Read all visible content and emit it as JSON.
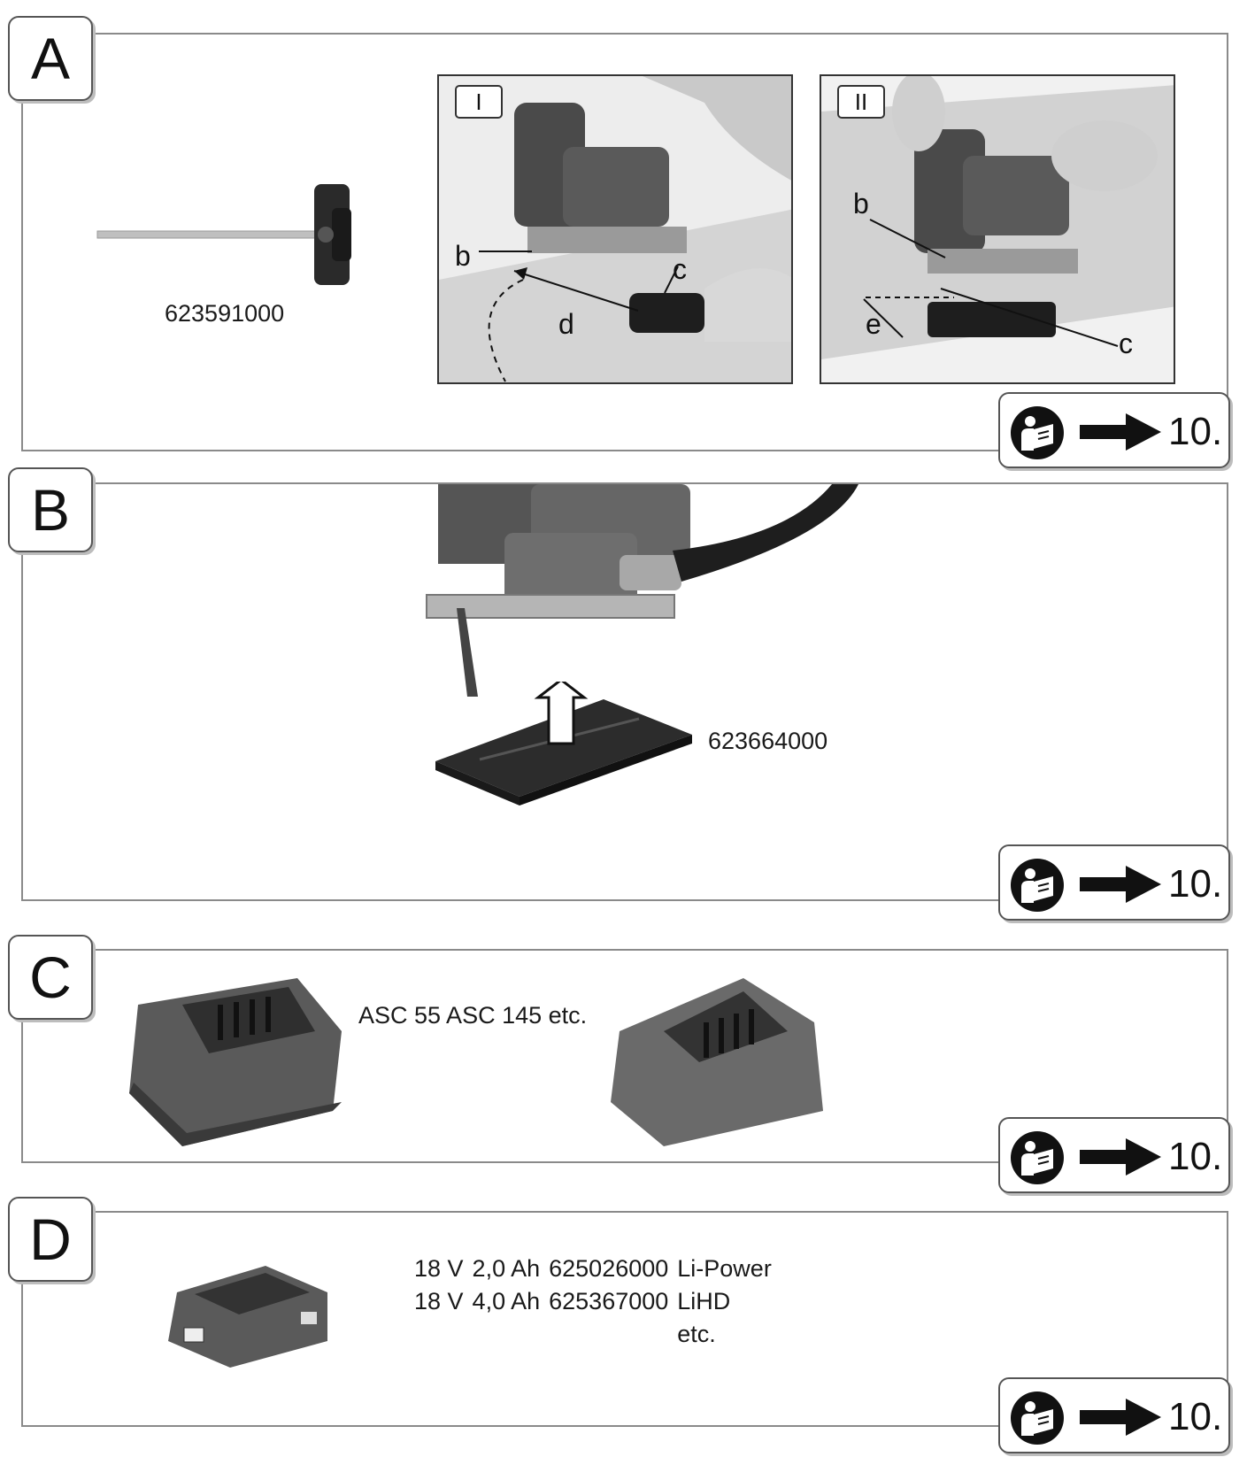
{
  "reference": {
    "arrow_target": "10."
  },
  "sections": {
    "A": {
      "letter": "A",
      "part_number": "623591000",
      "photo_I": {
        "label": "I",
        "callouts": {
          "b": "b",
          "c": "c",
          "d": "d"
        }
      },
      "photo_II": {
        "label": "II",
        "callouts": {
          "b": "b",
          "c": "c",
          "e": "e"
        }
      }
    },
    "B": {
      "letter": "B",
      "part_number": "623664000"
    },
    "C": {
      "letter": "C",
      "charger_text": "ASC 55 ASC 145 etc."
    },
    "D": {
      "letter": "D",
      "batteries": [
        {
          "voltage": "18 V",
          "capacity": "2,0 Ah",
          "part": "625026000",
          "type": "Li-Power"
        },
        {
          "voltage": "18 V",
          "capacity": "4,0 Ah",
          "part": "625367000",
          "type": "LiHD"
        }
      ],
      "etc": "etc."
    }
  },
  "icons": {
    "manual": "read-manual-icon",
    "arrow": "arrow-right-icon"
  }
}
